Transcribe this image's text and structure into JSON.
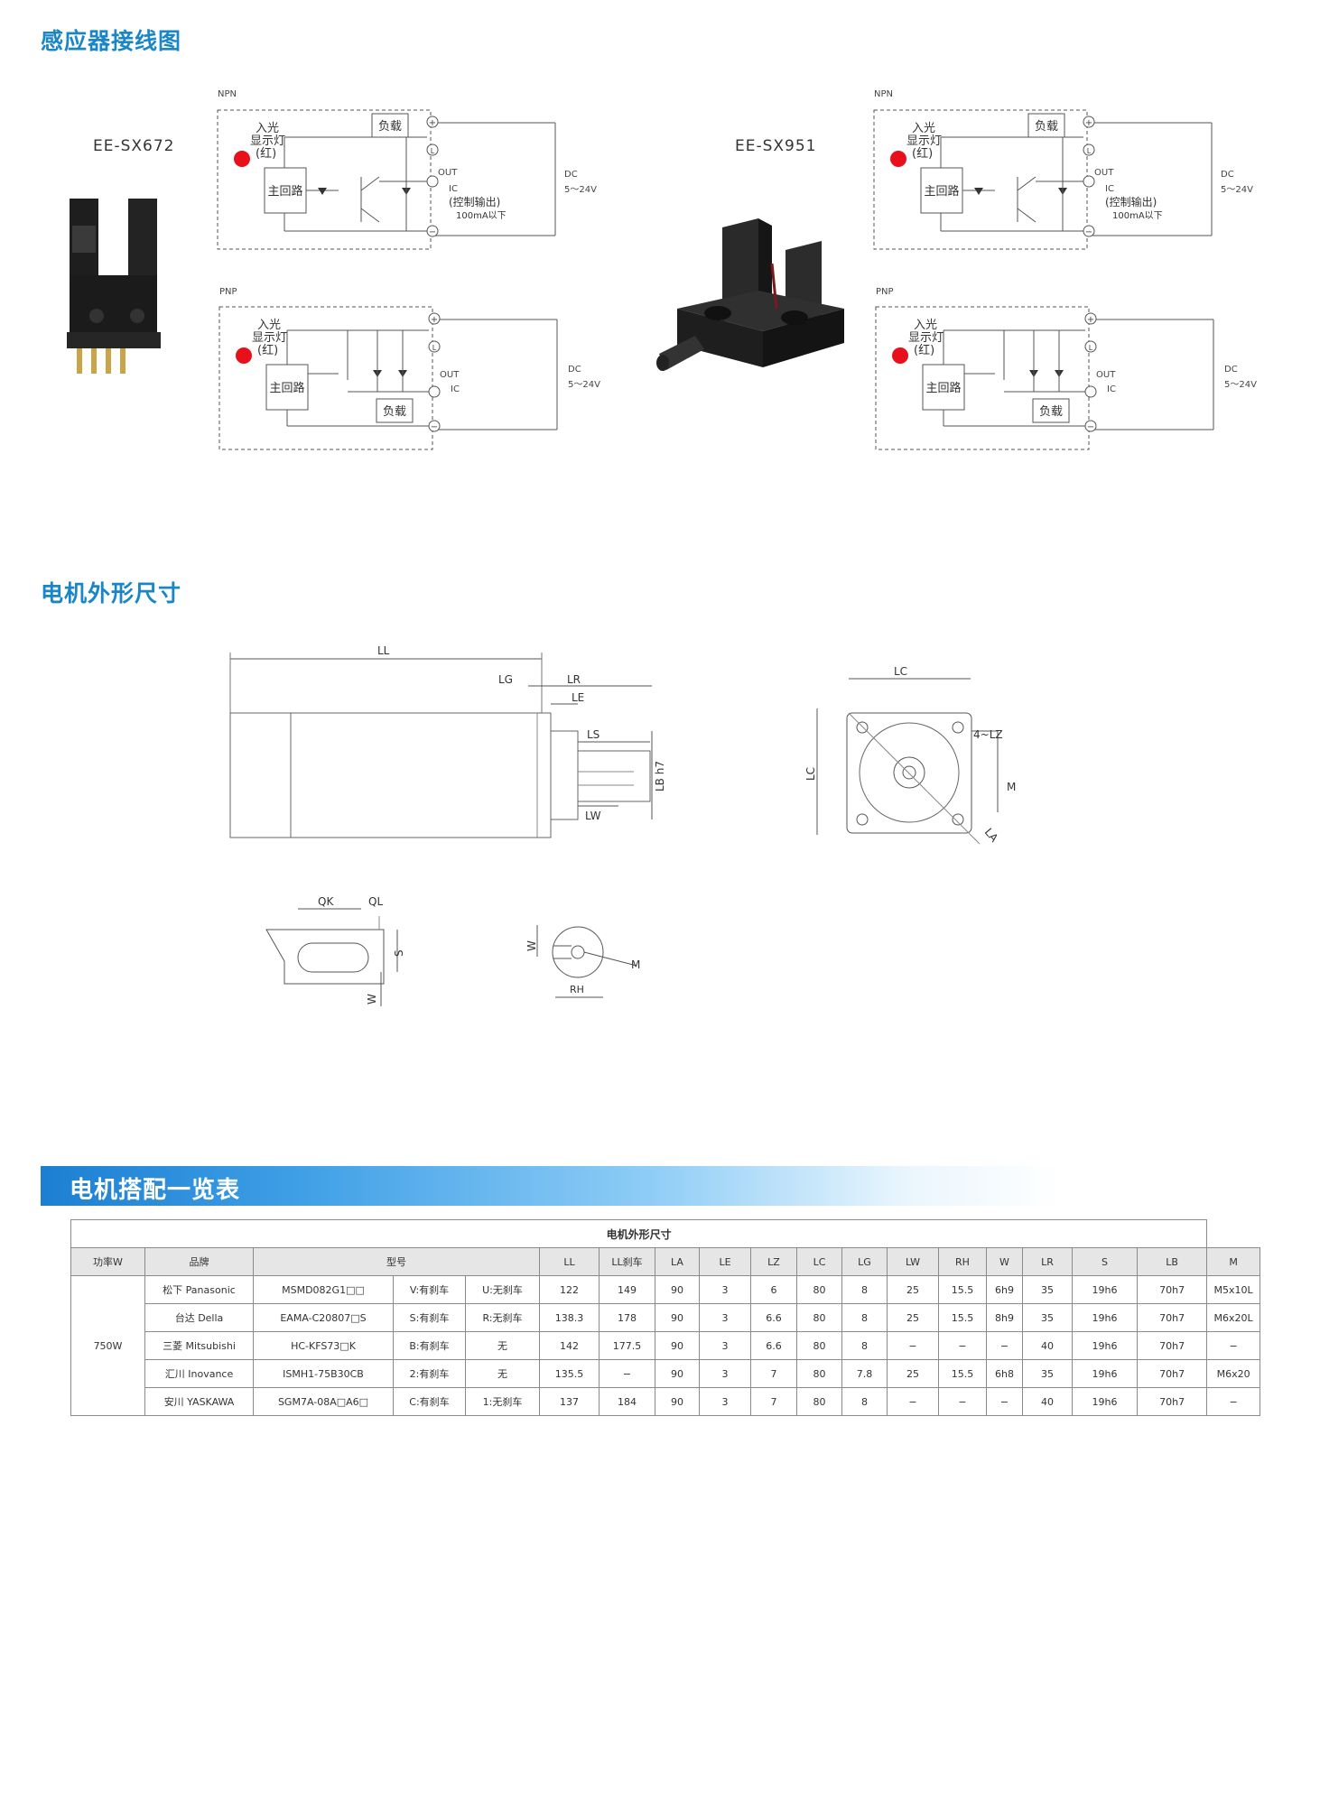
{
  "sections": {
    "sensor_title": "感应器接线图",
    "motor_dims_title": "电机外形尺寸",
    "motor_match_title": "电机搭配一览表"
  },
  "sensors": [
    {
      "model": "EE-SX672"
    },
    {
      "model": "EE-SX951"
    }
  ],
  "circuit": {
    "npn": "NPN",
    "pnp": "PNP",
    "light_line1": "入光",
    "light_line2": "显示灯",
    "light_line3": "(红)",
    "main_circuit": "主回路",
    "load": "负载",
    "out": "OUT",
    "ic": "IC",
    "control_out": "(控制输出)",
    "current_limit": "100mA以下",
    "dc": "DC",
    "voltage": "5～24V",
    "plus": "+",
    "minus": "−",
    "l": "L"
  },
  "dims": {
    "LL": "LL",
    "LG": "LG",
    "LR": "LR",
    "LE": "LE",
    "LS": "LS",
    "LW": "LW",
    "LB": "LB h7",
    "LC": "LC",
    "LZ": "4~LZ",
    "M": "M",
    "LA": "LA",
    "QK": "QK",
    "QL": "QL",
    "S": "S",
    "W": "W",
    "RH": "RH"
  },
  "table": {
    "caption": "电机外形尺寸",
    "headers": [
      "功率W",
      "品牌",
      "型号",
      "LL",
      "LL刹车",
      "LA",
      "LE",
      "LZ",
      "LC",
      "LG",
      "LW",
      "RH",
      "W",
      "LR",
      "S",
      "LB",
      "M"
    ],
    "power": "750W",
    "rows": [
      {
        "brand": "松下 Panasonic",
        "model": "MSMD082G1□□",
        "opt1": "V:有刹车",
        "opt2": "U:无刹车",
        "cells": [
          "122",
          "149",
          "90",
          "3",
          "6",
          "80",
          "8",
          "25",
          "15.5",
          "6h9",
          "35",
          "19h6",
          "70h7",
          "M5x10L"
        ]
      },
      {
        "brand": "台达 Della",
        "model": "EAMA-C20807□S",
        "opt1": "S:有刹车",
        "opt2": "R:无刹车",
        "cells": [
          "138.3",
          "178",
          "90",
          "3",
          "6.6",
          "80",
          "8",
          "25",
          "15.5",
          "8h9",
          "35",
          "19h6",
          "70h7",
          "M6x20L"
        ]
      },
      {
        "brand": "三菱 Mitsubishi",
        "model": "HC-KFS73□K",
        "opt1": "B:有刹车",
        "opt2": "无",
        "cells": [
          "142",
          "177.5",
          "90",
          "3",
          "6.6",
          "80",
          "8",
          "−",
          "−",
          "−",
          "40",
          "19h6",
          "70h7",
          "−"
        ]
      },
      {
        "brand": "汇川 Inovance",
        "model": "ISMH1-75B30CB",
        "opt1": "2:有刹车",
        "opt2": "无",
        "cells": [
          "135.5",
          "−",
          "90",
          "3",
          "7",
          "80",
          "7.8",
          "25",
          "15.5",
          "6h8",
          "35",
          "19h6",
          "70h7",
          "M6x20"
        ]
      },
      {
        "brand": "安川 YASKAWA",
        "model": "SGM7A-08A□A6□",
        "opt1": "C:有刹车",
        "opt2": "1:无刹车",
        "cells": [
          "137",
          "184",
          "90",
          "3",
          "7",
          "80",
          "8",
          "−",
          "−",
          "−",
          "40",
          "19h6",
          "70h7",
          "−"
        ]
      }
    ]
  },
  "colors": {
    "accent": "#1a86c8",
    "led": "#e8101a"
  }
}
